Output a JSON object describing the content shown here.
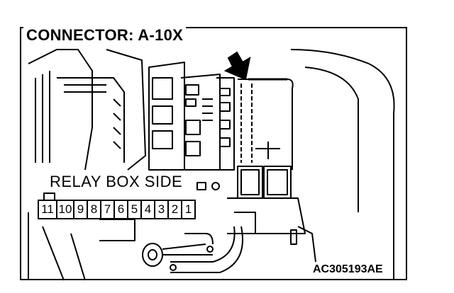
{
  "title": "CONNECTOR: A-10X",
  "side_label": "RELAY BOX SIDE",
  "pins": [
    "11",
    "10",
    "9",
    "8",
    "7",
    "6",
    "5",
    "4",
    "3",
    "2",
    "1"
  ],
  "figure_code": "AC305193AE"
}
